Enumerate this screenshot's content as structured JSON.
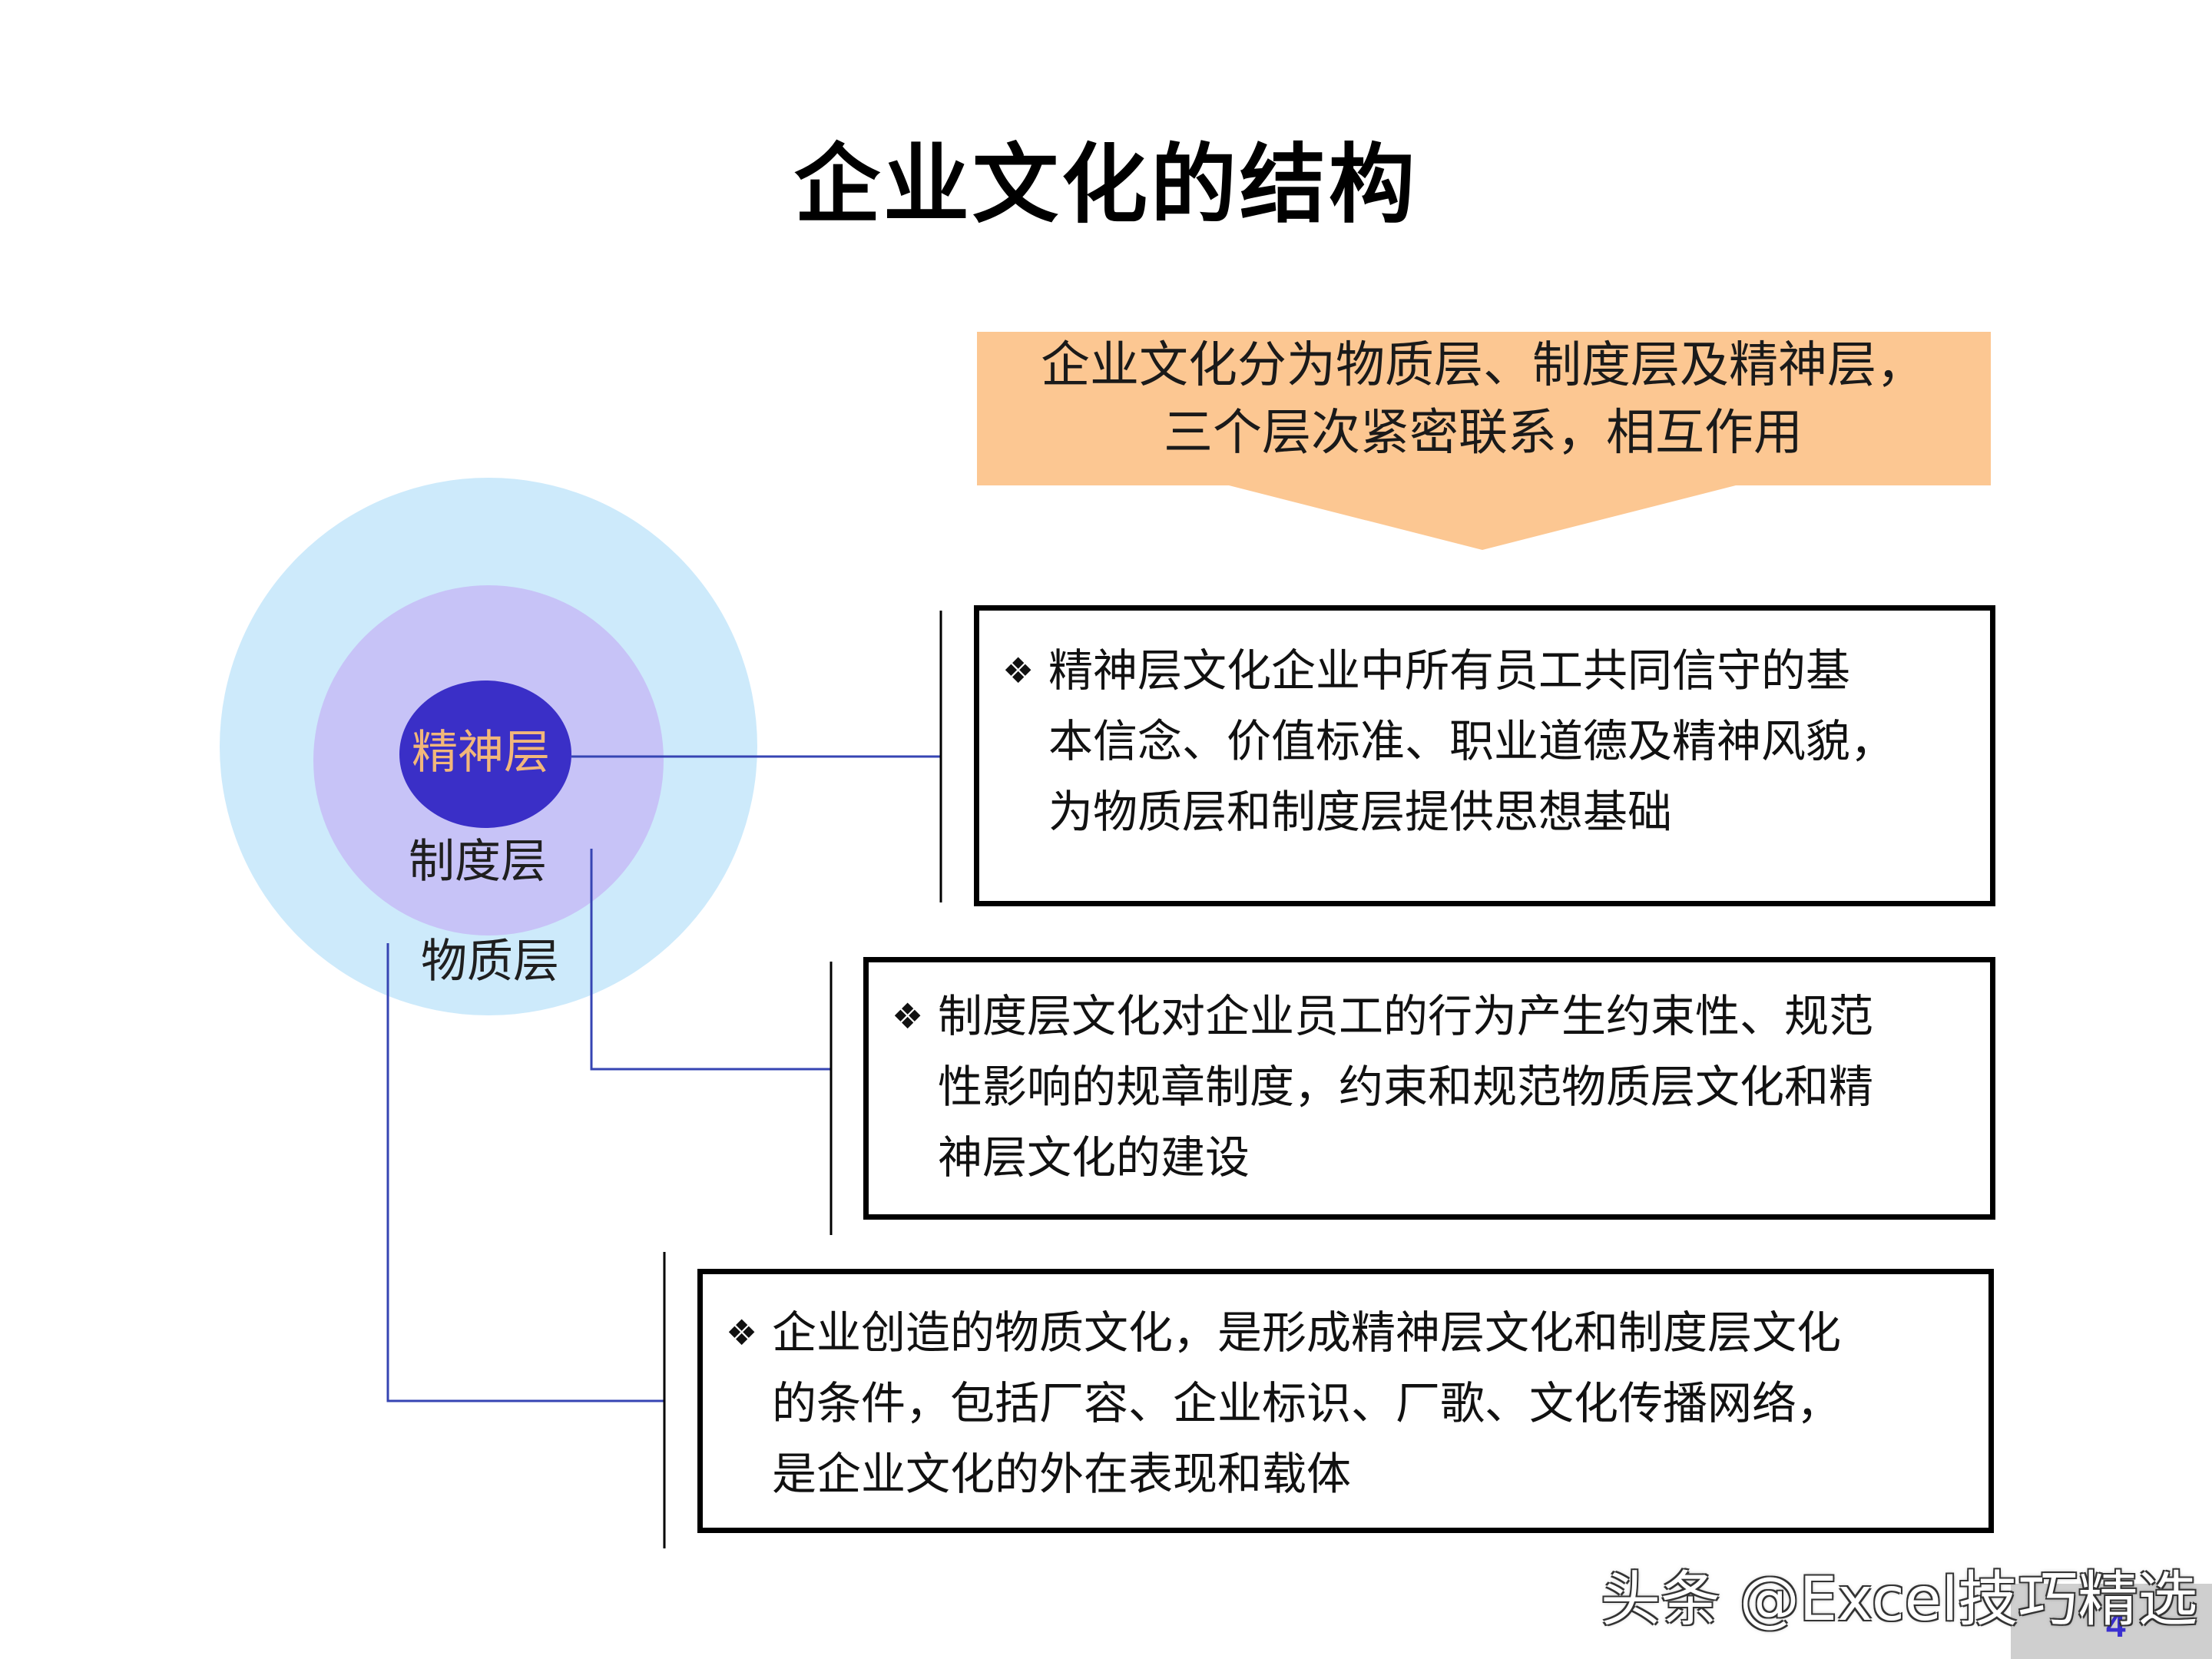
{
  "slide": {
    "title": "企业文化的结构",
    "page_number": "4"
  },
  "summary": {
    "line1": "企业文化分为物质层、制度层及精神层，",
    "line2": "三个层次紧密联系，相互作用"
  },
  "layers": {
    "spirit_label": "精神层",
    "system_label": "制度层",
    "material_label": "物质层"
  },
  "descriptions": [
    {
      "lines": [
        "精神层文化企业中所有员工共同信守的基",
        "本信念、价值标准、职业道德及精神风貌，",
        "为物质层和制度层提供思想基础"
      ]
    },
    {
      "lines": [
        "制度层文化对企业员工的行为产生约束性、规范",
        "性影响的规章制度，约束和规范物质层文化和精",
        "神层文化的建设"
      ]
    },
    {
      "lines": [
        "企业创造的物质文化，是形成精神层文化和制度层文化",
        "的条件，包括厂容、企业标识、厂歌、文化传播网络，",
        "是企业文化的外在表现和载体"
      ]
    }
  ],
  "bullet_symbol": "❖",
  "watermark": "头条 @Excel技巧精选",
  "colors": {
    "outer_circle": "#cdeafb",
    "middle_circle": "#c7c3f7",
    "inner_circle": "#3a2fc7",
    "spirit_label": "#f2b77a",
    "summary_fill": "#fcc792",
    "connector": "#3645b3"
  }
}
